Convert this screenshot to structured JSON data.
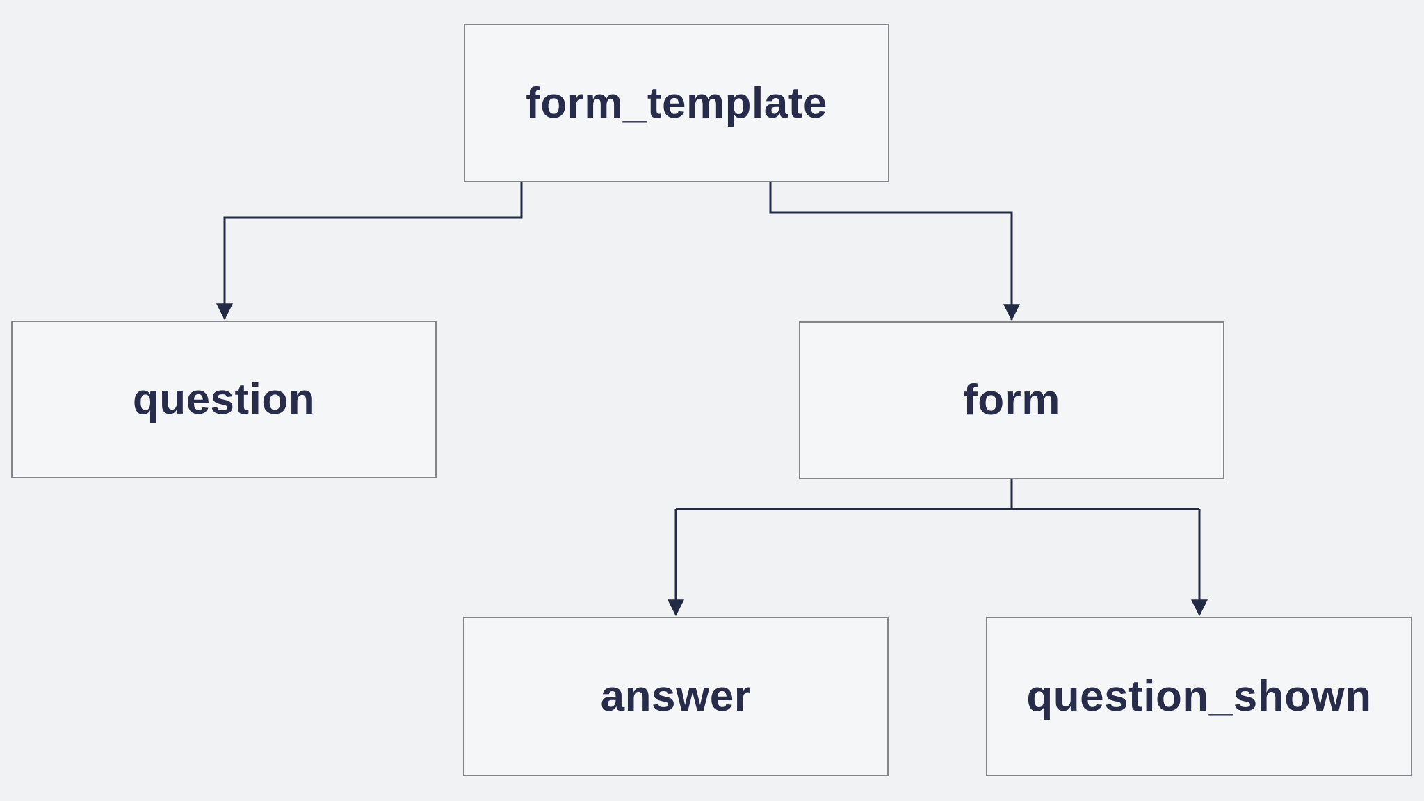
{
  "diagram": {
    "type": "entity-relationship-tree",
    "background_color": "#f1f2f4",
    "node_fill_color": "#f5f6f8",
    "node_border_color": "#85868c",
    "node_text_color": "#272c4a",
    "connector_color": "#232a44",
    "nodes": [
      {
        "id": "form_template",
        "label": "form_template"
      },
      {
        "id": "question",
        "label": "question"
      },
      {
        "id": "form",
        "label": "form"
      },
      {
        "id": "answer",
        "label": "answer"
      },
      {
        "id": "question_shown",
        "label": "question_shown"
      }
    ],
    "edges": [
      {
        "from": "form_template",
        "to": "question"
      },
      {
        "from": "form_template",
        "to": "form"
      },
      {
        "from": "form",
        "to": "answer"
      },
      {
        "from": "form",
        "to": "question_shown"
      }
    ]
  }
}
